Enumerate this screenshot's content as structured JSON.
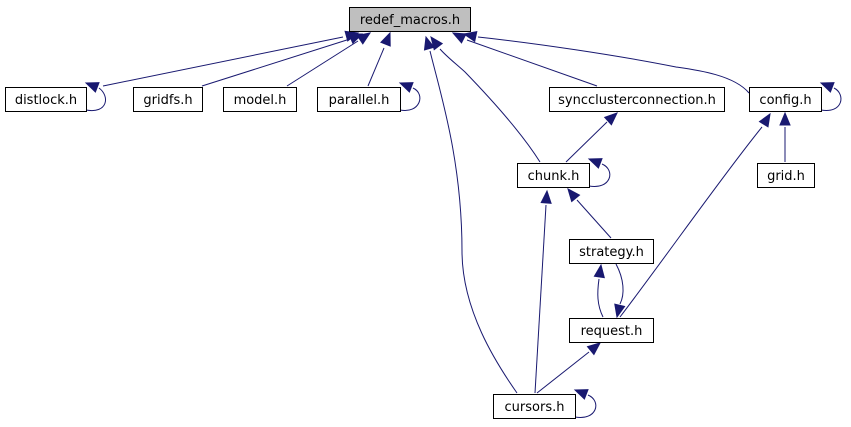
{
  "graph": {
    "title": "",
    "nodes": [
      {
        "id": "redef_macros",
        "label": "redef_macros.h",
        "root": true
      },
      {
        "id": "distlock",
        "label": "distlock.h"
      },
      {
        "id": "gridfs",
        "label": "gridfs.h"
      },
      {
        "id": "model",
        "label": "model.h"
      },
      {
        "id": "parallel",
        "label": "parallel.h"
      },
      {
        "id": "syncclusterconnection",
        "label": "syncclusterconnection.h"
      },
      {
        "id": "config",
        "label": "config.h"
      },
      {
        "id": "chunk",
        "label": "chunk.h"
      },
      {
        "id": "grid",
        "label": "grid.h"
      },
      {
        "id": "strategy",
        "label": "strategy.h"
      },
      {
        "id": "request",
        "label": "request.h"
      },
      {
        "id": "cursors",
        "label": "cursors.h"
      }
    ],
    "edges": [
      {
        "from": "distlock",
        "to": "redef_macros"
      },
      {
        "from": "gridfs",
        "to": "redef_macros"
      },
      {
        "from": "model",
        "to": "redef_macros"
      },
      {
        "from": "parallel",
        "to": "redef_macros"
      },
      {
        "from": "syncclusterconnection",
        "to": "redef_macros"
      },
      {
        "from": "config",
        "to": "redef_macros"
      },
      {
        "from": "chunk",
        "to": "redef_macros"
      },
      {
        "from": "cursors",
        "to": "redef_macros"
      },
      {
        "from": "distlock",
        "to": "distlock"
      },
      {
        "from": "parallel",
        "to": "parallel"
      },
      {
        "from": "config",
        "to": "config"
      },
      {
        "from": "chunk",
        "to": "chunk"
      },
      {
        "from": "cursors",
        "to": "cursors"
      },
      {
        "from": "chunk",
        "to": "syncclusterconnection"
      },
      {
        "from": "grid",
        "to": "config"
      },
      {
        "from": "request",
        "to": "config"
      },
      {
        "from": "strategy",
        "to": "chunk"
      },
      {
        "from": "cursors",
        "to": "chunk"
      },
      {
        "from": "request",
        "to": "strategy"
      },
      {
        "from": "strategy",
        "to": "request"
      },
      {
        "from": "cursors",
        "to": "request"
      }
    ]
  }
}
